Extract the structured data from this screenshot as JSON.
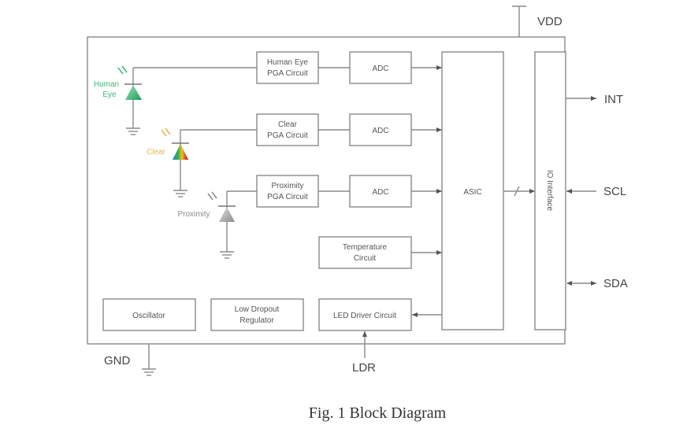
{
  "diagram": {
    "caption": "Fig. 1 Block Diagram",
    "pins": {
      "vdd": "VDD",
      "gnd": "GND",
      "int": "INT",
      "scl": "SCL",
      "sda": "SDA",
      "ldr": "LDR"
    },
    "sensors": {
      "human_eye": {
        "line1": "Human",
        "line2": "Eye",
        "color": "#3cb878"
      },
      "clear": {
        "label": "Clear",
        "color": "#e8b840"
      },
      "proximity": {
        "label": "Proximity",
        "color": "#9a9a9a"
      }
    },
    "blocks": {
      "pga_human": {
        "line1": "Human Eye",
        "line2": "PGA Circuit"
      },
      "pga_clear": {
        "line1": "Clear",
        "line2": "PGA Circuit"
      },
      "pga_prox": {
        "line1": "Proximity",
        "line2": "PGA Circuit"
      },
      "adc1": "ADC",
      "adc2": "ADC",
      "adc3": "ADC",
      "temperature": {
        "line1": "Temperature",
        "line2": "Circuit"
      },
      "asic": "ASIC",
      "io": "IO Interface",
      "oscillator": "Oscillator",
      "ldo": {
        "line1": "Low Dropout",
        "line2": "Regulator"
      },
      "led_driver": "LED Driver Circuit"
    }
  }
}
